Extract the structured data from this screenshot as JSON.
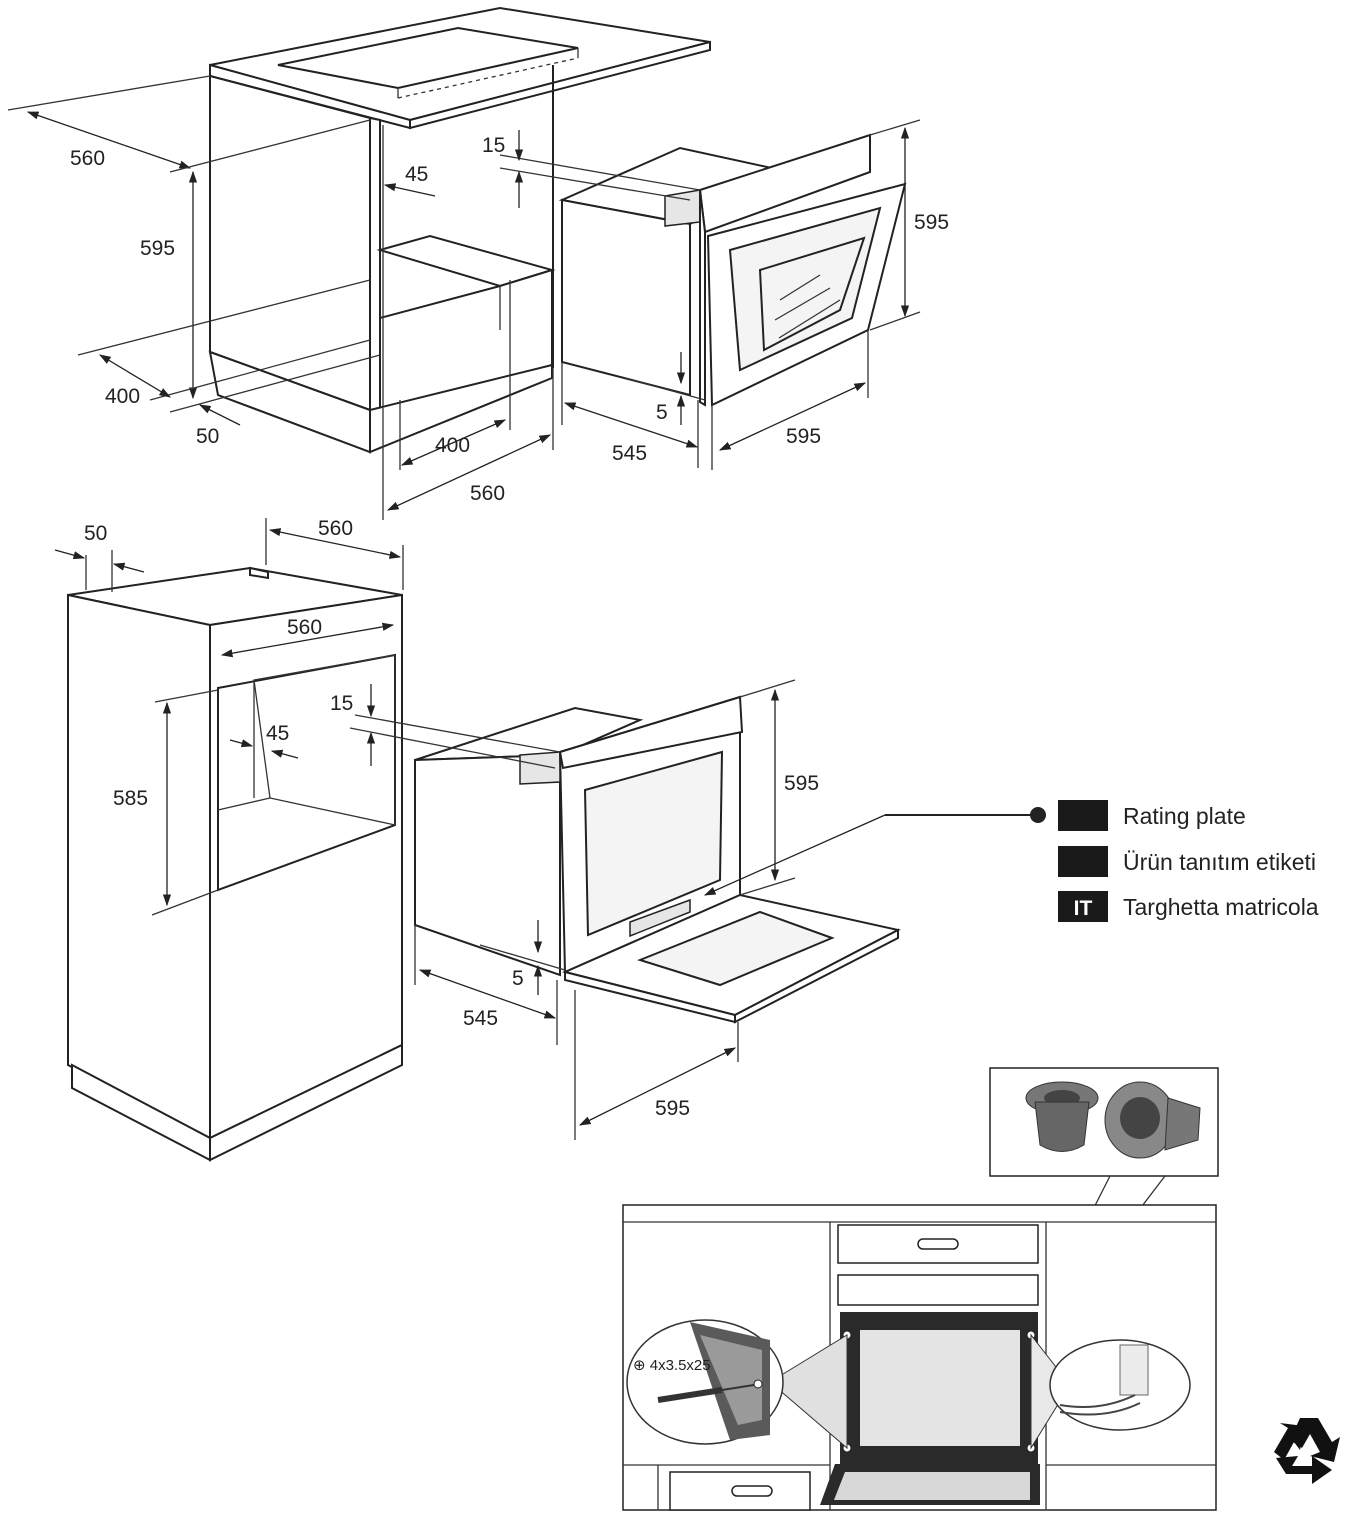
{
  "top_diagram": {
    "cabinet_depth": "560",
    "cabinet_height": "595",
    "side_offset": "45",
    "bottom_depth": "400",
    "bottom_gap": "50",
    "inner_depth": "400",
    "opening_width": "560",
    "top_gap": "15",
    "oven_height": "595",
    "bottom_clearance": "5",
    "oven_depth": "545",
    "oven_width": "595"
  },
  "bottom_diagram": {
    "back_gap": "50",
    "cabinet_depth": "560",
    "opening_width": "560",
    "top_gap": "15",
    "side_offset": "45",
    "opening_height": "585",
    "oven_height": "595",
    "bottom_clearance": "5",
    "oven_depth": "545",
    "oven_width": "595"
  },
  "legend": {
    "items": [
      {
        "badge": "",
        "label": "Rating plate"
      },
      {
        "badge": "",
        "label": "Ürün tanıtım etiketi"
      },
      {
        "badge": "IT",
        "label": "Targhetta matricola"
      }
    ]
  },
  "fixing_detail": {
    "screw_spec": "⊕ 4x3.5x25"
  },
  "icons": {
    "recycle": "recycle-icon"
  }
}
